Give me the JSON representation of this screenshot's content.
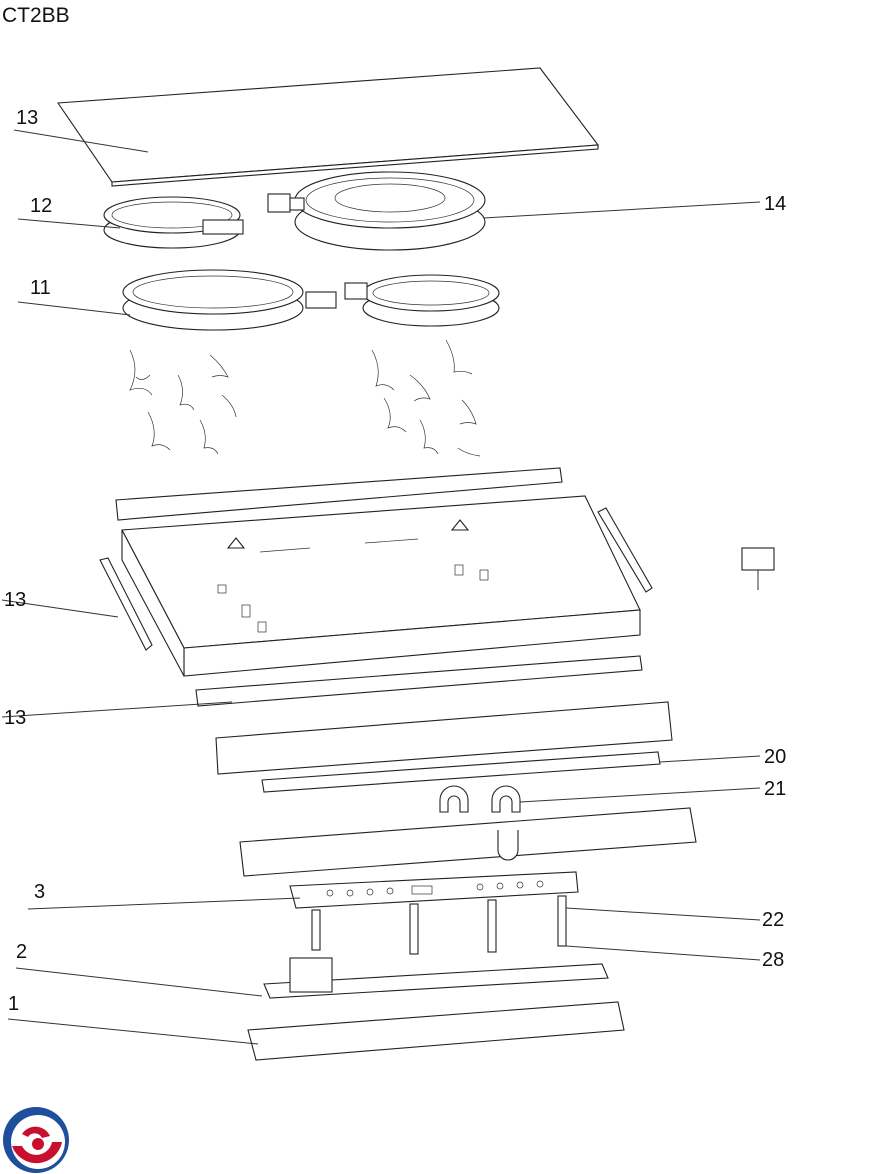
{
  "title": "CT2BB",
  "labels": [
    "13",
    "12",
    "11",
    "13",
    "13",
    "14",
    "20",
    "21",
    "3",
    "22",
    "2",
    "28",
    "1"
  ],
  "logo": {
    "colors": [
      "#c8102e",
      "#1f4e9c"
    ]
  }
}
